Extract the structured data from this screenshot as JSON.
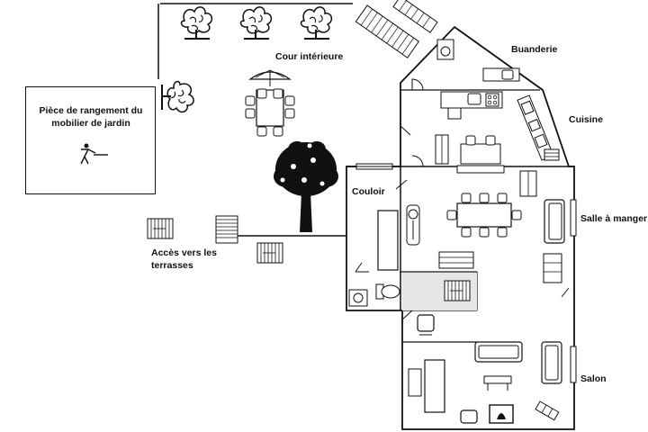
{
  "labels": {
    "storage": "Pièce de rangement du mobilier de jardin",
    "courtyard": "Cour intérieure",
    "laundry": "Buanderie",
    "kitchen": "Cuisine",
    "corridor": "Couloir",
    "dining": "Salle à manger",
    "terraces": "Accès vers les terrasses",
    "living": "Salon"
  },
  "icons": [
    "tree-icon",
    "shrub-icon",
    "umbrella-icon",
    "table-icon",
    "chair-icon",
    "sofa-icon",
    "armchair-icon",
    "bed-icon",
    "toilet-icon",
    "sink-icon",
    "stove-icon",
    "fridge-icon",
    "washing-machine-icon",
    "fireplace-icon",
    "clock-icon",
    "stairs-icon",
    "door-icon",
    "cabinet-icon",
    "worker-icon"
  ],
  "colors": {
    "line": "#111111",
    "wall": "#333333",
    "floor_gray": "#e6e6e6"
  }
}
